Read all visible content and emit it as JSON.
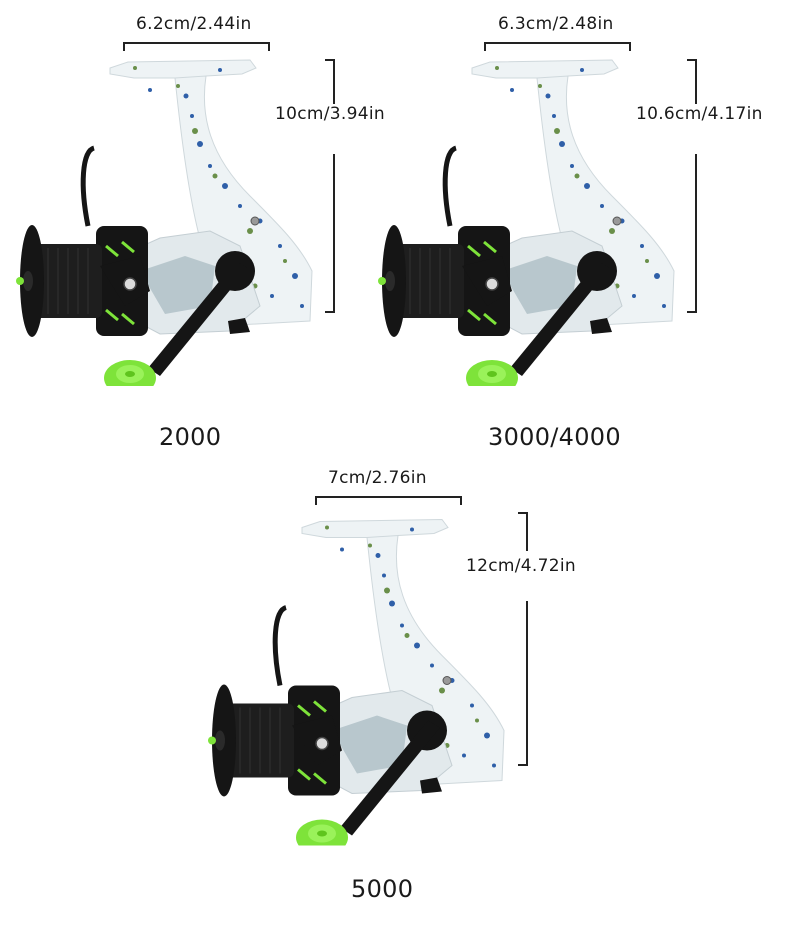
{
  "colors": {
    "accent": "#7ee33a",
    "body": "#eef3f5",
    "dark": "#151515",
    "speckle_blue": "#2f5fa8",
    "speckle_green": "#6a8f4a"
  },
  "products": [
    {
      "model": "2000",
      "width": "6.2cm/2.44in",
      "height": "10cm/3.94in"
    },
    {
      "model": "3000/4000",
      "width": "6.3cm/2.48in",
      "height": "10.6cm/4.17in"
    },
    {
      "model": "5000",
      "width": "7cm/2.76in",
      "height": "12cm/4.72in"
    }
  ]
}
